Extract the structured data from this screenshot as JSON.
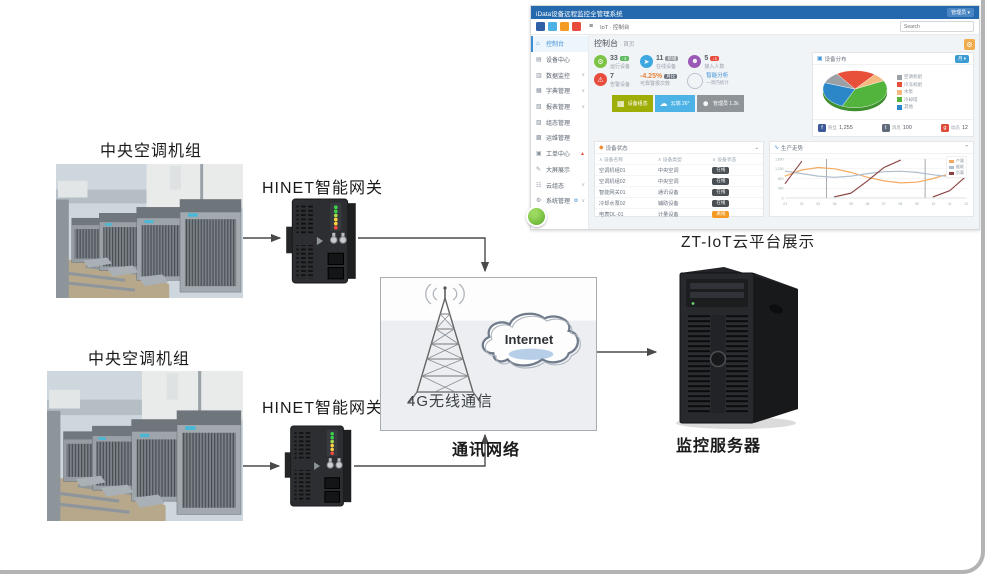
{
  "diagram": {
    "labels": {
      "ac_unit_top": "中央空调机组",
      "ac_unit_bottom": "中央空调机组",
      "gateway_top": "HINET智能网关",
      "gateway_bottom": "HINET智能网关",
      "wireless": "4G无线通信",
      "internet": "Internet",
      "comm_network": "通讯网络",
      "platform_caption": "ZT-IoT云平台展示",
      "server": "监控服务器"
    }
  },
  "dashboard": {
    "titlebar": {
      "title": "iData设备远程监控全管理系统",
      "user_menu": "管理员 ▾"
    },
    "navbar": {
      "menu_icon": "≡",
      "breadcrumb": "IoT · 控制台",
      "search_placeholder": "Search",
      "icon_colors": [
        "#2f5fa5",
        "#4db3e6",
        "#f59a23",
        "#e74c3c"
      ]
    },
    "sidebar": {
      "items": [
        {
          "icon": "⌂",
          "label": "控制台",
          "chevron": "",
          "badge": "",
          "badge2": ""
        },
        {
          "icon": "▤",
          "label": "设备中心",
          "chevron": "",
          "badge": "",
          "badge2": ""
        },
        {
          "icon": "▥",
          "label": "数据监控",
          "chevron": "∨",
          "badge": "",
          "badge2": ""
        },
        {
          "icon": "▦",
          "label": "字典管理",
          "chevron": "∨",
          "badge": "",
          "badge2": ""
        },
        {
          "icon": "▧",
          "label": "报表管理",
          "chevron": "∨",
          "badge": "",
          "badge2": ""
        },
        {
          "icon": "▨",
          "label": "组态管理",
          "chevron": "",
          "badge": "",
          "badge2": ""
        },
        {
          "icon": "▩",
          "label": "运维管理",
          "chevron": "",
          "badge": "",
          "badge2": ""
        },
        {
          "icon": "▣",
          "label": "工单中心",
          "chevron": "",
          "badge": "▲",
          "badge2": ""
        },
        {
          "icon": "✎",
          "label": "大屏展示",
          "chevron": "",
          "badge": "",
          "badge2": ""
        },
        {
          "icon": "☷",
          "label": "云组态",
          "chevron": "∨",
          "badge": "",
          "badge2": ""
        },
        {
          "icon": "⚙",
          "label": "系统管理",
          "chevron": "∨",
          "badge": "",
          "badge2": "⚙"
        }
      ]
    },
    "main": {
      "page_title": "控制台",
      "page_subtitle": "· 首页",
      "corner_button_icon": "⚙",
      "stats": [
        {
          "icon": "⚙",
          "value": "33",
          "pill": "↑3",
          "pill_color": "#5cb85c",
          "label": "运行设备",
          "color": "#7cc243"
        },
        {
          "icon": "➤",
          "value": "11",
          "pill": "新增",
          "pill_color": "#8d959c",
          "label": "在线设备",
          "color": "#3da8e0"
        },
        {
          "icon": "☻",
          "value": "5",
          "pill": "↓1",
          "pill_color": "#e74c3c",
          "label": "接入人数",
          "color": "#9b59b6"
        },
        {
          "icon": "⚠",
          "value": "7",
          "pill": "",
          "pill_color": "",
          "label": "告警设备",
          "color": "#e74c3c"
        }
      ],
      "percent_stat": {
        "value": "-4.25%",
        "pill": "月比",
        "label": "可靠警报次数"
      },
      "gauge_stat": {
        "title": "智能分析",
        "sub": "一周内统计"
      },
      "tiles": [
        {
          "icon": "▦",
          "text": "设备组态",
          "bg": "#9fae07"
        },
        {
          "icon": "☁",
          "text": "云端 26°",
          "bg": "#4db3e6"
        },
        {
          "icon": "☻",
          "text": "管理员 1.2k",
          "bg": "#8f9499"
        }
      ],
      "pie_card": {
        "title": "设备分布",
        "button": "月 ▾"
      },
      "social": [
        {
          "icon": "f",
          "bg": "#3b5998",
          "label": "粉丝",
          "value": "1,255"
        },
        {
          "icon": "t",
          "bg": "#5f6b7a",
          "label": "消息",
          "value": "100"
        },
        {
          "icon": "g",
          "bg": "#dd4b39",
          "label": "动态",
          "value": "12"
        }
      ],
      "device_table": {
        "title": "设备状态",
        "collapse_icon": "⌄",
        "columns": [
          "∧ 设备名称",
          "∧ 设备类型",
          "∧ 设备状态"
        ],
        "rows": [
          {
            "name": "空调机组01",
            "type": "中央空调",
            "status": "在线"
          },
          {
            "name": "空调机组02",
            "type": "中央空调",
            "status": "在线"
          },
          {
            "name": "智能网关01",
            "type": "通讯设备",
            "status": "在线"
          },
          {
            "name": "冷却水泵02",
            "type": "辅助设备",
            "status": "在线"
          },
          {
            "name": "电表DL-01",
            "type": "计量设备",
            "status": "离线"
          }
        ],
        "status_colors": {
          "在线": "#4a4f54",
          "离线": "#f59a23"
        }
      },
      "trend_card": {
        "title": "生产走势",
        "collapse_icon": "⌃"
      }
    }
  },
  "chart_data": [
    {
      "type": "pie",
      "title": "设备分布",
      "labels": [
        "空调机组",
        "冷冻机组",
        "水泵",
        "冷却塔",
        "其他"
      ],
      "values": [
        10,
        20,
        7,
        39,
        24
      ],
      "colors": [
        "#9aa0a6",
        "#e8503a",
        "#f5b97f",
        "#52b43c",
        "#2b87c8"
      ],
      "rim_color": "#3e8f2e",
      "start_angle": -160,
      "legend_position": "right"
    },
    {
      "type": "line",
      "title": "生产走势",
      "x": [
        "01",
        "02",
        "03",
        "04",
        "05",
        "06",
        "07",
        "08",
        "09",
        "10",
        "11",
        "12"
      ],
      "ylim": [
        0,
        1600
      ],
      "yticks": [
        0,
        400,
        800,
        1200,
        1600
      ],
      "vlines": [
        2.5,
        8.5
      ],
      "grid": true,
      "legend_position": "top-right",
      "series": [
        {
          "name": "产量",
          "color": "#f5a95f",
          "values": [
            900,
            1150,
            1250,
            1200,
            1050,
            850,
            700,
            620,
            650,
            800,
            1000,
            1150
          ]
        },
        {
          "name": "能耗",
          "color": "#aebecd",
          "values": [
            1100,
            1000,
            900,
            850,
            900,
            1000,
            1080,
            1100,
            1050,
            950,
            880,
            850
          ]
        },
        {
          "name": "负载",
          "color": "#8b4242",
          "values": [
            600,
            1500,
            null,
            50,
            200,
            700,
            1250,
            1550,
            null,
            50,
            300,
            900
          ]
        }
      ]
    }
  ]
}
